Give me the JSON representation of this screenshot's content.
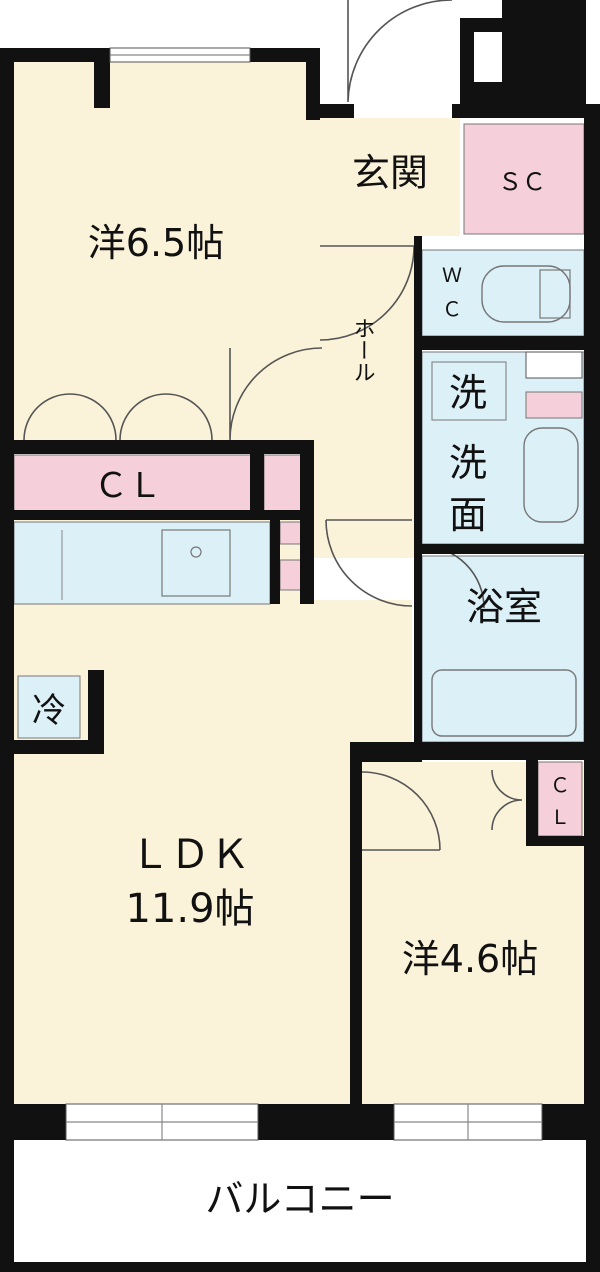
{
  "rooms": {
    "western_a": "洋6.5帖",
    "closet_a": "ＣＬ",
    "hall": "ホール",
    "entrance": "玄関",
    "shoe_closet": "ＳＣ",
    "wc_top": "Ｗ",
    "wc_bottom": "Ｃ",
    "washing_badge": "洗",
    "wash_top": "洗",
    "wash_bottom": "面",
    "bath": "浴室",
    "fridge": "冷",
    "ldk_name": "ＬＤＫ",
    "ldk_size": "11.9帖",
    "western_b": "洋4.6帖",
    "closet_b_top": "Ｃ",
    "closet_b_bottom": "Ｌ",
    "balcony": "バルコニー"
  },
  "colors": {
    "room_fill": "#fbf3d9",
    "closet_fill": "#f5cfd9",
    "water_fill": "#dcf0f8",
    "wall": "#111111",
    "balcony_fill": "#ffffff"
  }
}
